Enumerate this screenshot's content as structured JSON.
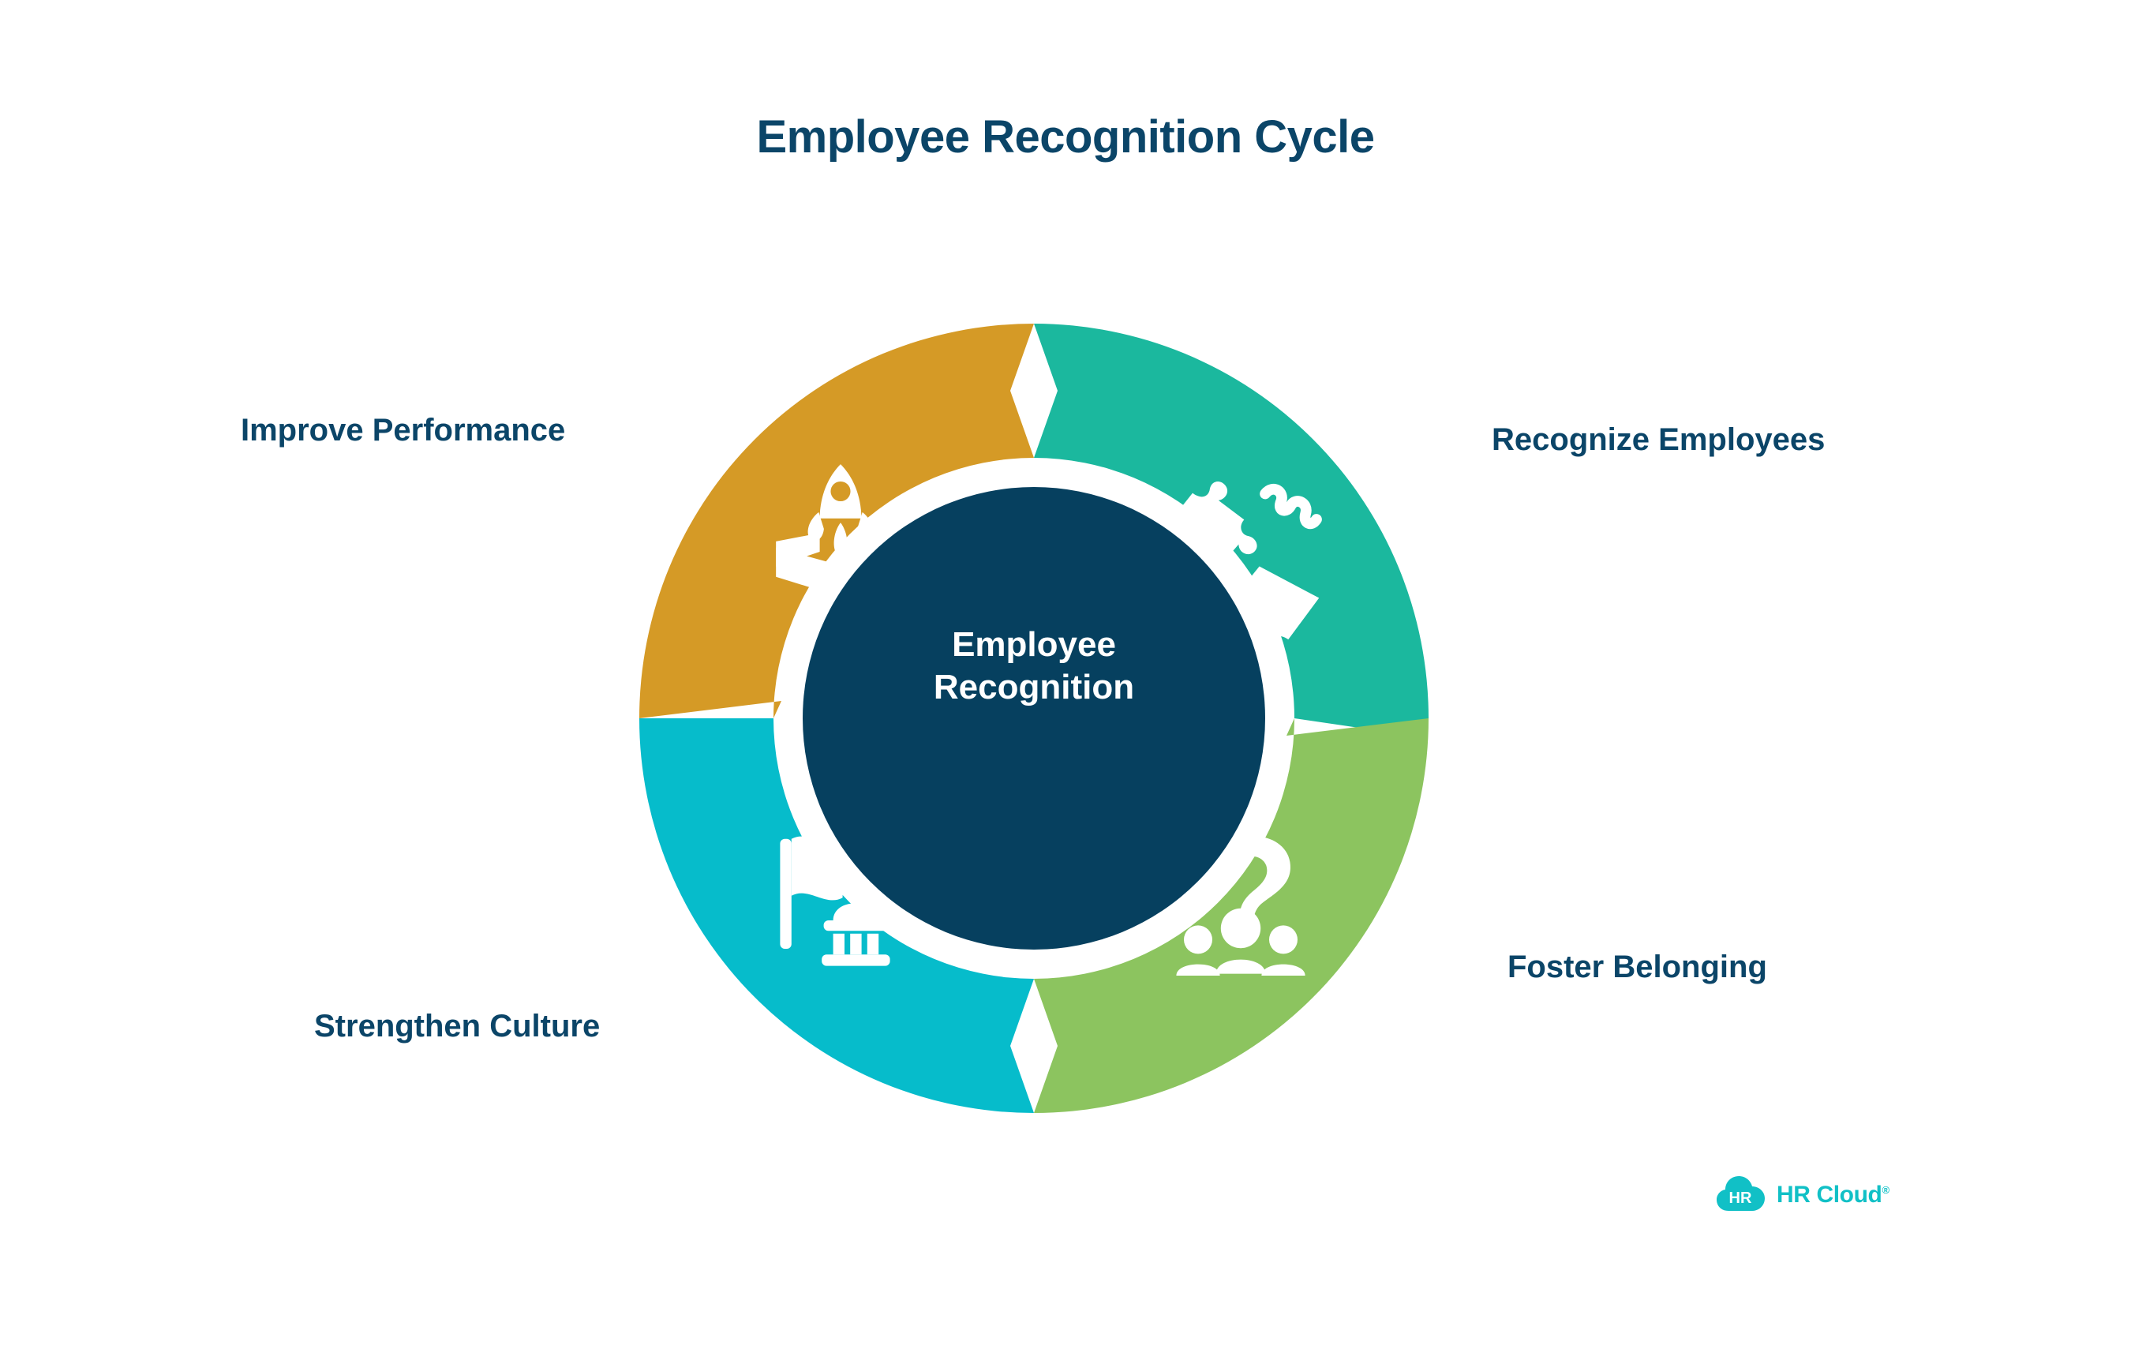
{
  "page": {
    "title": "Employee Recognition Cycle",
    "background_color": "#ffffff",
    "title_color": "#0b4568"
  },
  "center": {
    "line1": "Employee",
    "line2": "Recognition",
    "fill_color": "#06405f",
    "text_color": "#ffffff"
  },
  "chart_data": {
    "type": "pie",
    "title": "Employee Recognition Cycle",
    "subtitle": "",
    "xlabel": "",
    "ylabel": "",
    "legend_position": "around-ring",
    "grid": false,
    "center_label": "Employee Recognition",
    "categories": [
      "Recognize Employees",
      "Foster Belonging",
      "Strengthen Culture",
      "Improve Performance"
    ],
    "values": [
      25,
      25,
      25,
      25
    ],
    "colors": [
      "#1bb89e",
      "#8cc45f",
      "#06bccb",
      "#d59a26"
    ],
    "annotations": [
      "Four equal quadrants forming a continuous clockwise cycle",
      "Chevron-shaped separators indicate flow direction"
    ]
  },
  "segments": [
    {
      "id": "recognize",
      "label": "Recognize Employees",
      "color": "#1bb89e",
      "icon": "puzzle-pieces-icon",
      "position": "top-right",
      "order": 1
    },
    {
      "id": "foster",
      "label": "Foster Belonging",
      "color": "#8cc45f",
      "icon": "hand-over-people-icon",
      "position": "bottom-right",
      "order": 2
    },
    {
      "id": "strengthen",
      "label": "Strengthen Culture",
      "color": "#06bccb",
      "icon": "flag-and-temple-icon",
      "position": "bottom-left",
      "order": 3
    },
    {
      "id": "improve",
      "label": "Improve Performance",
      "color": "#d59a26",
      "icon": "rocket-in-box-icon",
      "position": "top-left",
      "order": 4
    }
  ],
  "logo": {
    "badge_text": "HR",
    "wordmark": "HR Cloud",
    "trademark": "®",
    "color": "#11c0c6"
  }
}
